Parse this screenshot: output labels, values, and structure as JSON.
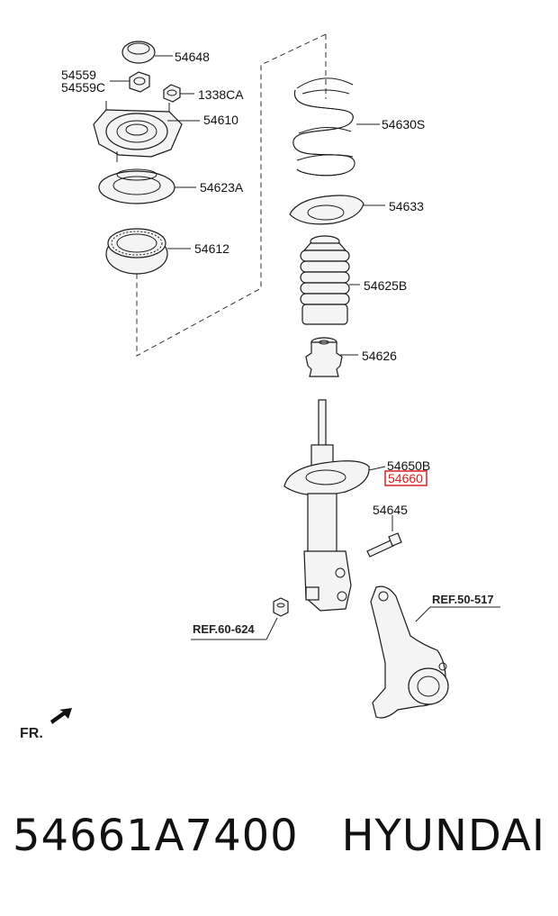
{
  "diagram": {
    "labels": {
      "p54648": "54648",
      "p54559": "54559",
      "p54559c": "54559C",
      "p1338ca": "1338CA",
      "p54610": "54610",
      "p54623a": "54623A",
      "p54612": "54612",
      "p54630s": "54630S",
      "p54633": "54633",
      "p54625b": "54625B",
      "p54626": "54626",
      "p54650b": "54650B",
      "p54660": "54660",
      "p54645": "54645",
      "ref_50_517": "REF.50-517",
      "ref_60_624": "REF.60-624",
      "fr": "FR."
    },
    "highlight_color": "#e02020"
  },
  "footer": {
    "part_number": "54661A7400",
    "brand": "HYUNDAI"
  }
}
